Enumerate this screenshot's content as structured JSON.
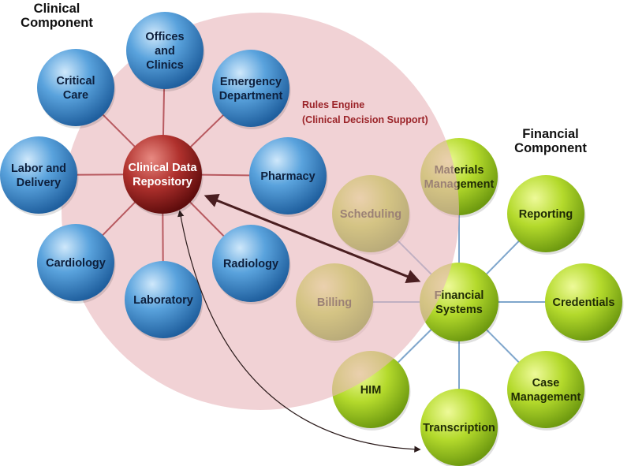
{
  "headings": {
    "clinical": [
      "Clinical",
      "Component"
    ],
    "financial": [
      "Financial",
      "Component"
    ]
  },
  "rules_engine": {
    "line1": "Rules Engine",
    "line2": "(Clinical Decision Support)"
  },
  "clinical": {
    "hub": {
      "id": "clinical-data-repository",
      "lines": [
        "Clinical Data",
        "Repository"
      ]
    },
    "nodes": [
      {
        "id": "offices-and-clinics",
        "lines": [
          "Offices",
          "and",
          "Clinics"
        ]
      },
      {
        "id": "emergency-department",
        "lines": [
          "Emergency",
          "Department"
        ]
      },
      {
        "id": "pharmacy",
        "lines": [
          "Pharmacy"
        ]
      },
      {
        "id": "radiology",
        "lines": [
          "Radiology"
        ]
      },
      {
        "id": "laboratory",
        "lines": [
          "Laboratory"
        ]
      },
      {
        "id": "cardiology",
        "lines": [
          "Cardiology"
        ]
      },
      {
        "id": "labor-and-delivery",
        "lines": [
          "Labor and",
          "Delivery"
        ]
      },
      {
        "id": "critical-care",
        "lines": [
          "Critical",
          "Care"
        ]
      }
    ]
  },
  "financial": {
    "hub": {
      "id": "financial-systems",
      "lines": [
        "Financial",
        "Systems"
      ]
    },
    "nodes": [
      {
        "id": "materials-management",
        "lines": [
          "Materials",
          "Management"
        ]
      },
      {
        "id": "reporting",
        "lines": [
          "Reporting"
        ]
      },
      {
        "id": "credentials",
        "lines": [
          "Credentials"
        ]
      },
      {
        "id": "case-management",
        "lines": [
          "Case",
          "Management"
        ]
      },
      {
        "id": "transcription",
        "lines": [
          "Transcription"
        ]
      },
      {
        "id": "him",
        "lines": [
          "HIM"
        ]
      },
      {
        "id": "billing",
        "lines": [
          "Billing"
        ]
      },
      {
        "id": "scheduling",
        "lines": [
          "Scheduling"
        ]
      }
    ]
  },
  "colors": {
    "blue_node": "#2f7fc6",
    "red_hub": "#8e1a1a",
    "green_node": "#94c21c",
    "halo": "#e8b6bb",
    "clinical_spoke": "#b85a60",
    "financial_spoke": "#7fa6cc",
    "arrow": "#4a1e20"
  }
}
